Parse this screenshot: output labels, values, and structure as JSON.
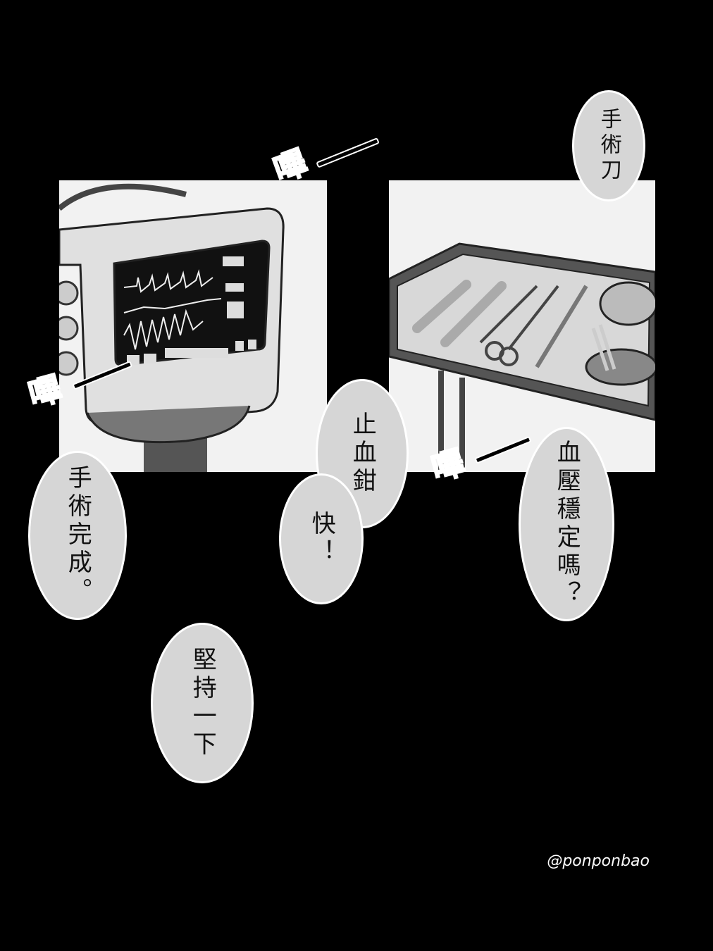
{
  "panels": {
    "left": {
      "subject": "patient-monitor"
    },
    "right": {
      "subject": "surgical-instrument-tray"
    }
  },
  "bubbles": {
    "scalpel": "手術刀",
    "hemostat_lines": [
      "止血鉗",
      "快！"
    ],
    "bp_stable": "血壓穩定嗎？",
    "surgery_done": "手術完成。",
    "hold_on": "堅持一下"
  },
  "sfx": {
    "beep": "嗶"
  },
  "credit": "@ponponbao",
  "colors": {
    "background": "#000000",
    "panel": "#f2f2f2",
    "bubble": "#d6d6d6"
  }
}
